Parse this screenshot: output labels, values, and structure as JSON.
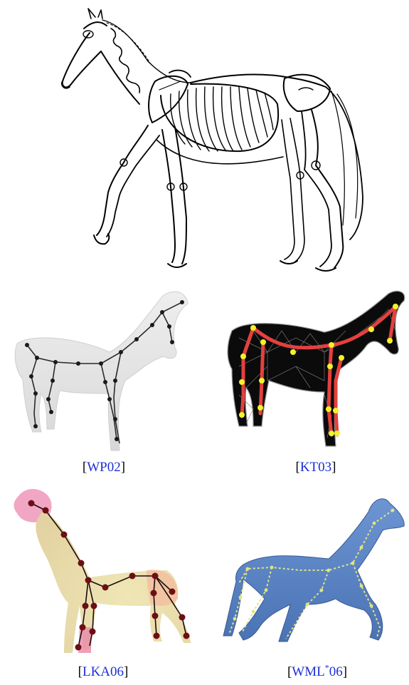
{
  "figure": {
    "top": {
      "name": "horse-skeleton-drawing"
    },
    "panels": [
      {
        "key": "wp02",
        "citation": "WP02"
      },
      {
        "key": "kt03",
        "citation": "KT03"
      },
      {
        "key": "lka06",
        "citation": "LKA06"
      },
      {
        "key": "wml06",
        "citation_main": "WML",
        "citation_sup": "*",
        "citation_tail": "06"
      }
    ]
  },
  "colors": {
    "link": "#1a2fd6",
    "kt03_bone": "#e5403f",
    "kt03_joint": "#f4f22a",
    "wml06_body": "#5b86c6",
    "lka06_body": "#efe6b6"
  }
}
